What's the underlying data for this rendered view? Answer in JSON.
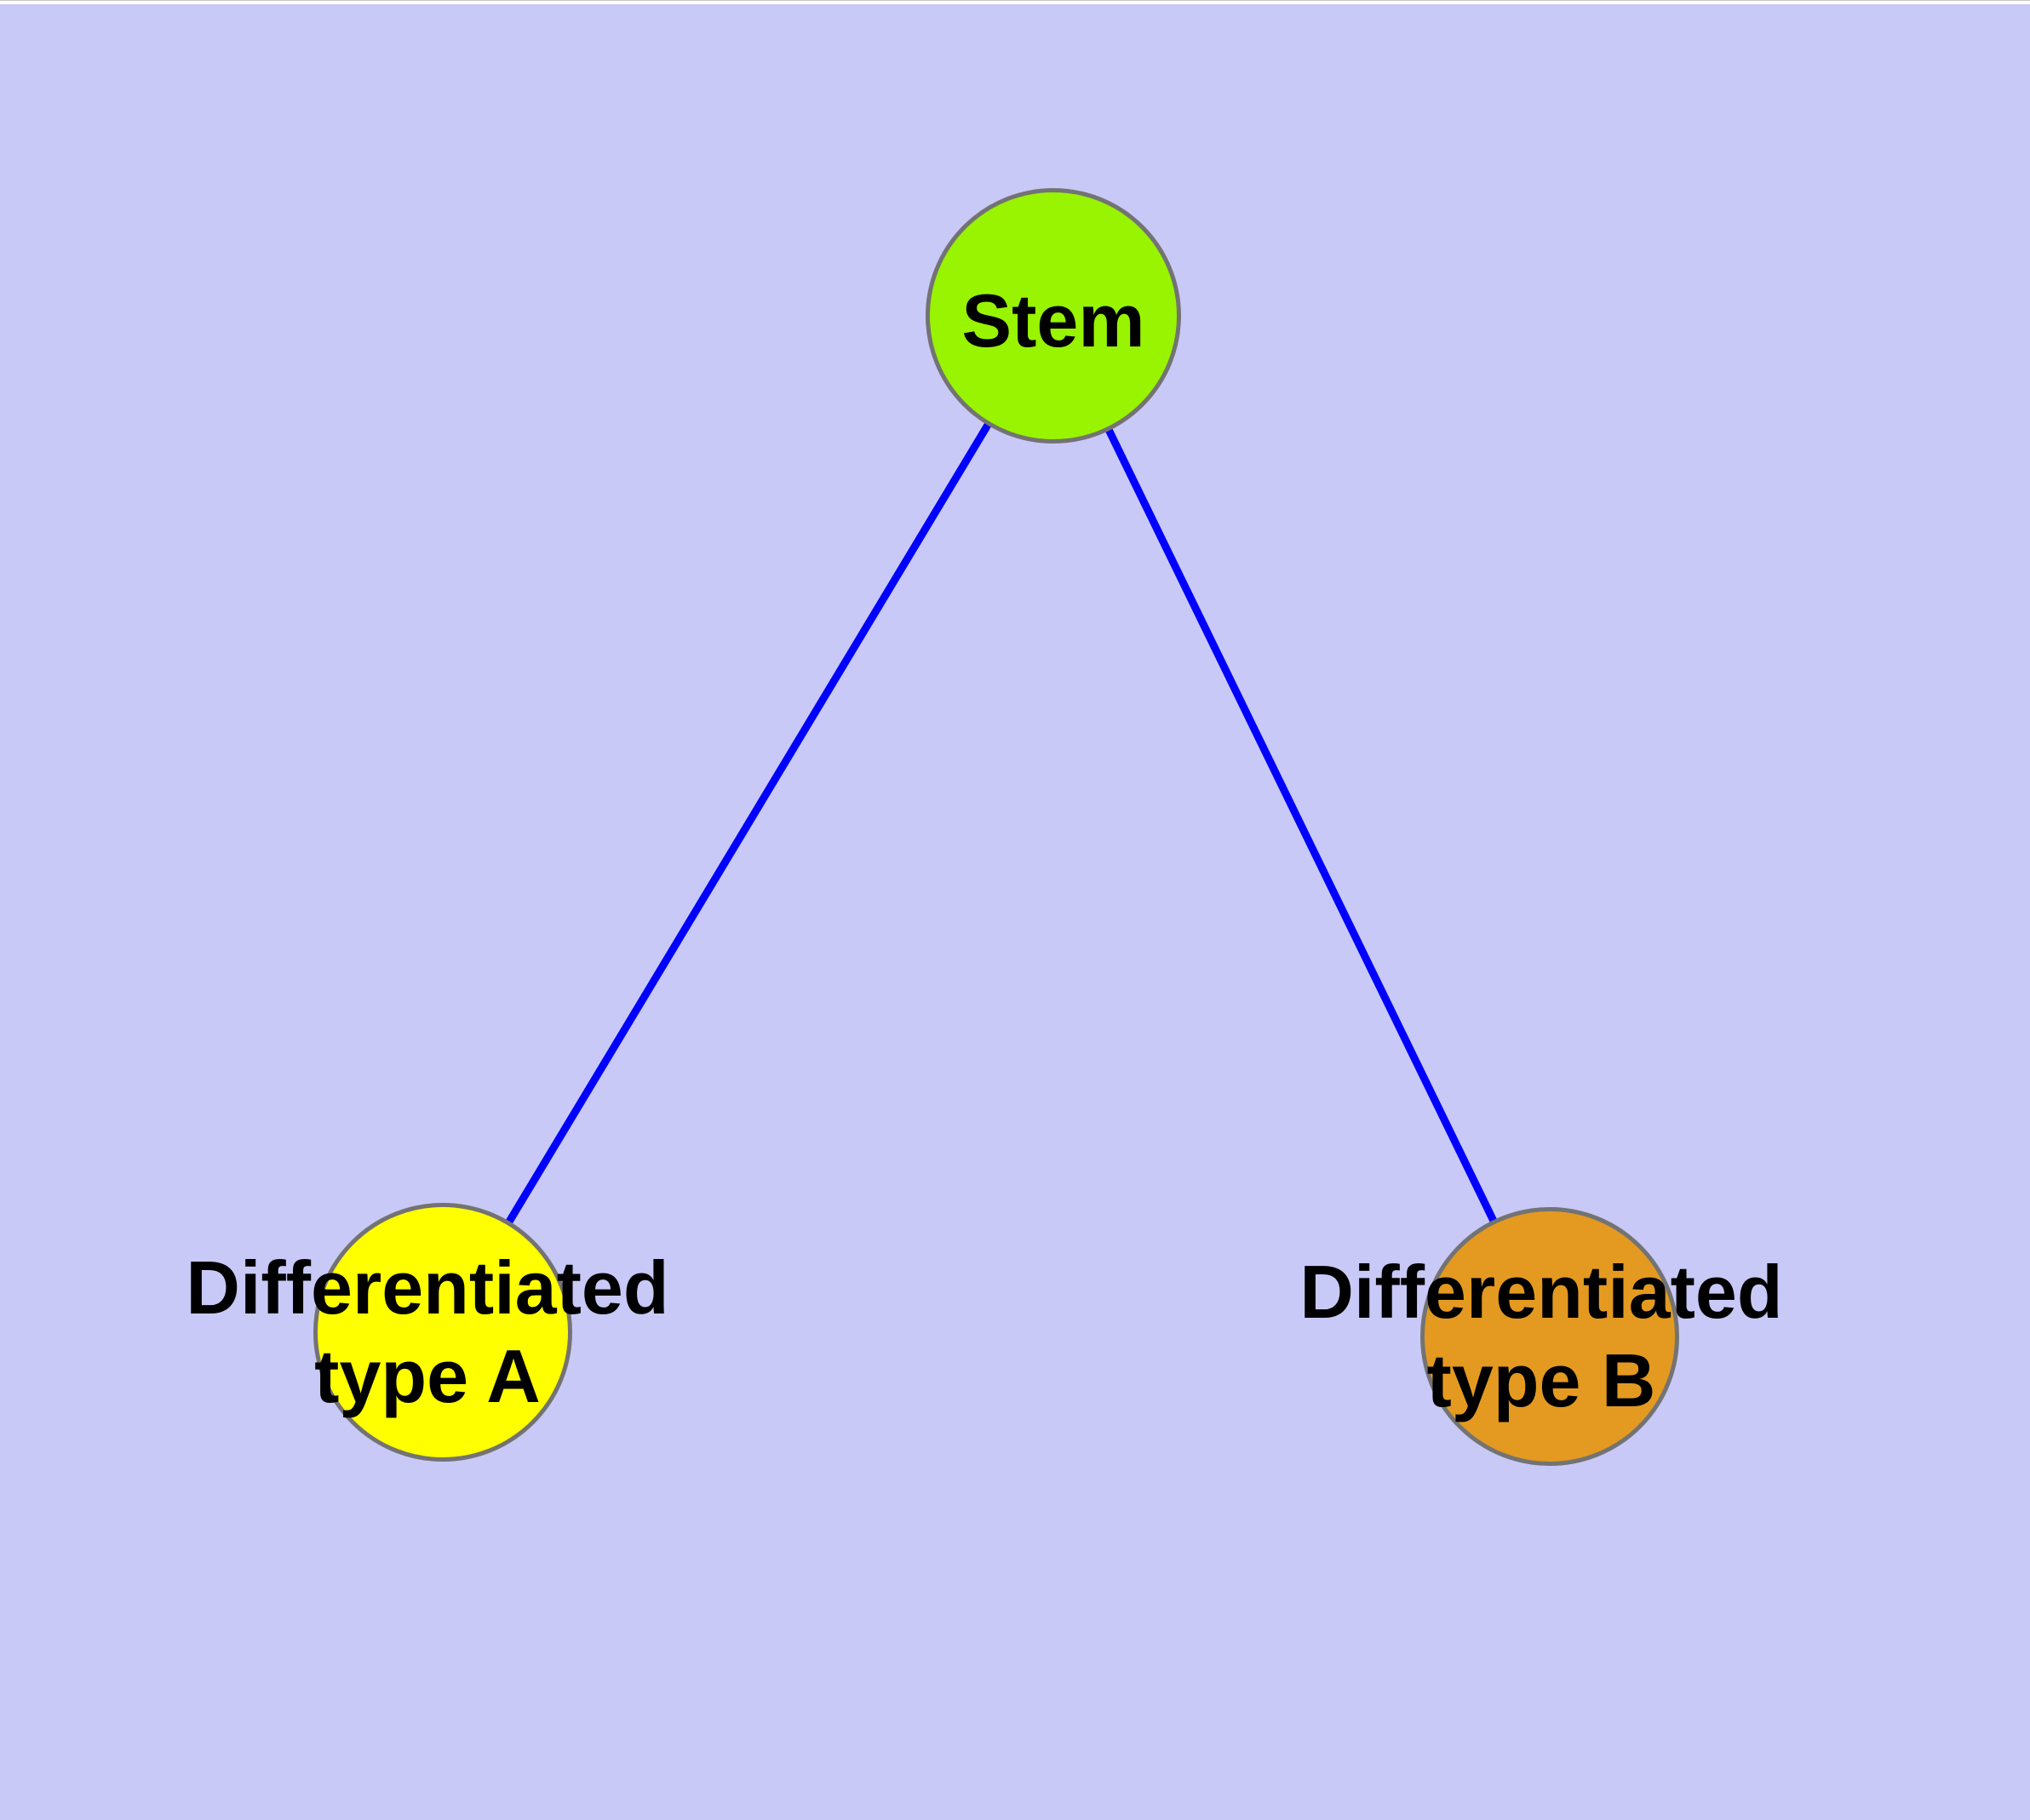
{
  "diagram": {
    "background_color": "#C9C9F8",
    "top_strip_color": "#FFFFFF",
    "edge_color": "#0000FF",
    "node_border_color": "#737373",
    "label_color": "#000000",
    "nodes": [
      {
        "id": "stem",
        "label": "Stem",
        "fill": "#98F400"
      },
      {
        "id": "differentiated-type-a",
        "label": "Differentiated\ntype A",
        "fill": "#FFFF00"
      },
      {
        "id": "differentiated-type-b",
        "label": "Differentiated\ntype B",
        "fill": "#E49A20"
      }
    ],
    "edges": [
      {
        "from": "stem",
        "to": "differentiated-type-a"
      },
      {
        "from": "stem",
        "to": "differentiated-type-b"
      }
    ]
  }
}
